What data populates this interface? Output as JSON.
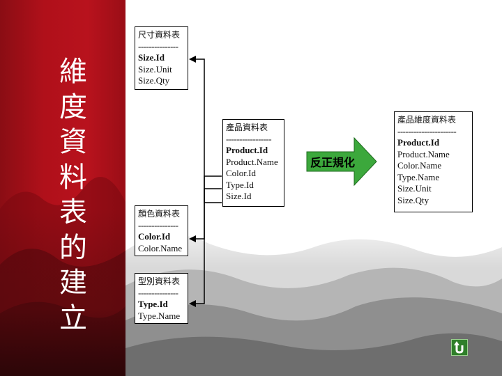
{
  "vertical_title": [
    "維",
    "度",
    "資",
    "料",
    "表",
    "的",
    "建",
    "立"
  ],
  "tables": {
    "size": {
      "title": "尺寸資料表",
      "separator": "---------------",
      "key": "Size.Id",
      "fields": [
        "Size.Unit",
        "Size.Qty"
      ]
    },
    "product": {
      "title": "產品資料表",
      "separator": "-----------------",
      "key": "Product.Id",
      "fields": [
        "Product.Name",
        "Color.Id",
        "Type.Id",
        "Size.Id"
      ]
    },
    "color": {
      "title": "顏色資料表",
      "separator": "---------------",
      "key": "Color.Id",
      "fields": [
        "Color.Name"
      ]
    },
    "type": {
      "title": "型別資料表",
      "separator": "---------------",
      "key": "Type.Id",
      "fields": [
        "Type.Name"
      ]
    },
    "product_dimension": {
      "title": "產品維度資料表",
      "separator": "----------------------",
      "key": "Product.Id",
      "fields": [
        "Product.Name",
        "Color.Name",
        "Type.Name",
        "Size.Unit",
        "Size.Qty"
      ]
    }
  },
  "arrow_label": "反正規化",
  "icons": {
    "back": "return-arrow-icon"
  },
  "colors": {
    "band": "#b0101a",
    "arrow": "#3ca83c",
    "button": "#2f7f2a"
  }
}
